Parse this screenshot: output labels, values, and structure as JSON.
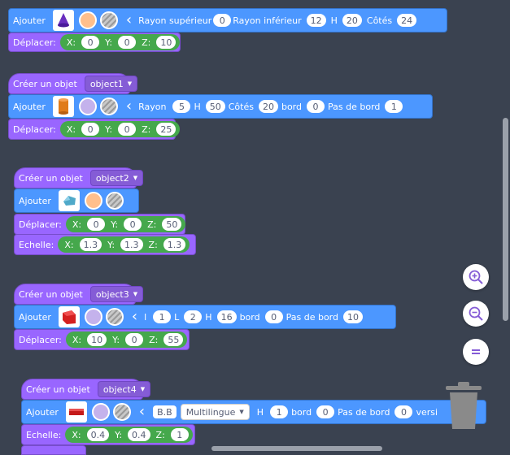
{
  "common": {
    "add": "Ajouter",
    "move": "Déplacer:",
    "scale": "Echelle:",
    "create": "Créer un objet",
    "x": "X:",
    "y": "Y:",
    "z": "Z:"
  },
  "block0": {
    "add_params": {
      "r_top_label": "Rayon supérieur",
      "r_top": "0",
      "r_bot_label": "Rayon inférieur",
      "r_bot": "12",
      "h_label": "H",
      "h": "20",
      "sides_label": "Côtés",
      "sides": "24"
    },
    "move": {
      "x": "0",
      "y": "0",
      "z": "10"
    },
    "thumb_color": "#6a2fbf"
  },
  "block1": {
    "object": "object1",
    "add_params": {
      "r_label": "Rayon",
      "r": "5",
      "h_label": "H",
      "h": "50",
      "sides_label": "Côtés",
      "sides": "20",
      "border_label": "bord",
      "border": "0",
      "step_label": "Pas de bord",
      "step": "1"
    },
    "move": {
      "x": "0",
      "y": "0",
      "z": "25"
    },
    "thumb_color": "#e07b1a"
  },
  "block2": {
    "object": "object2",
    "move": {
      "x": "0",
      "y": "0",
      "z": "50"
    },
    "scale": {
      "x": "1.3",
      "y": "1.3",
      "z": "1.3"
    },
    "thumb_color": "#4fa9c9"
  },
  "block3": {
    "object": "object3",
    "add_params": {
      "l_label": "l",
      "l": "1",
      "L_label": "L",
      "L": "2",
      "h_label": "H",
      "h": "16",
      "border_label": "bord",
      "border": "0",
      "step_label": "Pas de bord",
      "step": "10"
    },
    "move": {
      "x": "10",
      "y": "0",
      "z": "55"
    },
    "thumb_color": "#d42020"
  },
  "block4": {
    "object": "object4",
    "add_params": {
      "text": "B.B",
      "font": "Multilingue",
      "h_label": "H",
      "h": "1",
      "border_label": "bord",
      "border": "0",
      "step_label": "Pas de bord",
      "step": "0",
      "version_label": "versi"
    },
    "scale": {
      "x": "0.4",
      "y": "0.4",
      "z": "1"
    },
    "thumb_color": "#c41a1a"
  },
  "colors": {
    "orange_circle": "#ffbf8c",
    "lavender_circle": "#c4b2ec"
  }
}
